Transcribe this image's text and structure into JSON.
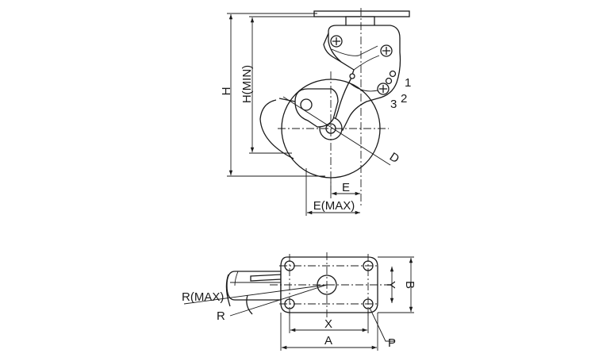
{
  "side_view": {
    "labels": {
      "h": "H",
      "h_min": "H(MIN)",
      "d": "D",
      "e": "E",
      "e_max": "E(MAX)",
      "pos1": "1",
      "pos2": "2",
      "pos3": "3"
    }
  },
  "top_view": {
    "labels": {
      "r_max": "R(MAX)",
      "r": "R",
      "x": "X",
      "a": "A",
      "y": "Y",
      "b": "B",
      "p": "P"
    }
  }
}
